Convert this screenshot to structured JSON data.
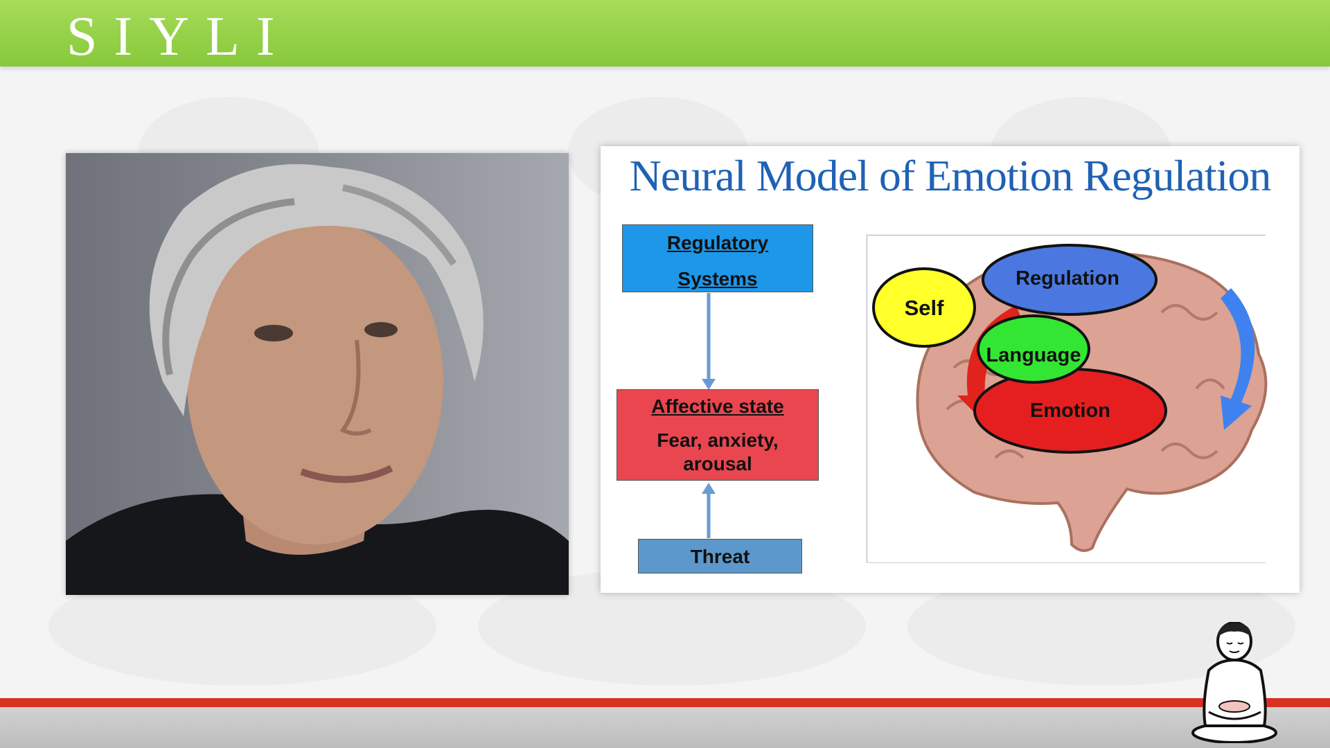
{
  "header": {
    "brand": "SIYLI",
    "bar_color": "#98d24a"
  },
  "slide": {
    "title": "Neural Model of Emotion Regulation",
    "flow": {
      "regulatory_line1": "Regulatory",
      "regulatory_line2": "Systems",
      "affective_title": "Affective state",
      "affective_line1": "Fear, anxiety,",
      "affective_line2": "arousal",
      "threat": "Threat"
    },
    "brain": {
      "regulation": "Regulation",
      "self": "Self",
      "language": "Language",
      "emotion": "Emotion"
    },
    "colors": {
      "title": "#1f62b5",
      "regulatory_box": "#1e97e8",
      "affective_box": "#e94650",
      "threat_box": "#5d98cc",
      "regulation_ellipse": "#4a78e0",
      "self_ellipse": "#ffff2a",
      "language_ellipse": "#33e633",
      "emotion_ellipse": "#e51f1f"
    }
  },
  "footer": {
    "stripe_color": "#d93121"
  },
  "icons": [
    "meditating-figure-icon",
    "speaker-photo"
  ]
}
